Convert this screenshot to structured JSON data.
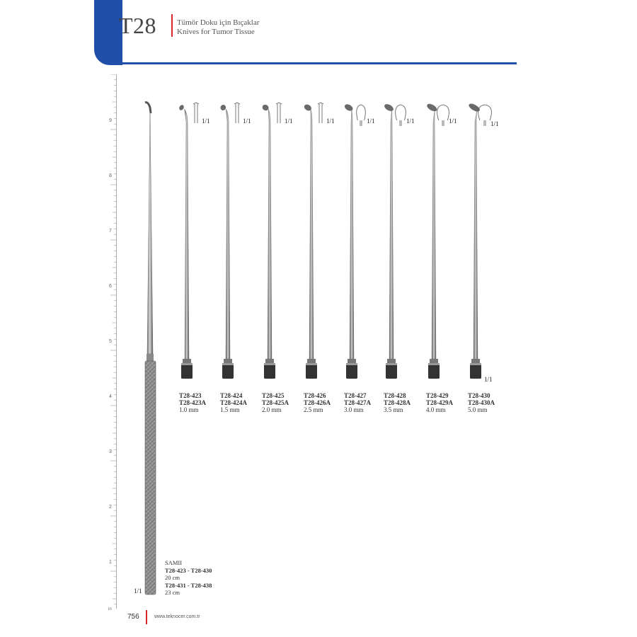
{
  "header": {
    "code": "T28",
    "title_tr": "Tümör Doku için Bıçaklar",
    "title_en": "Knives for Tumor Tissue",
    "accent_color": "#1f4fa8",
    "divider_color": "#d7262c"
  },
  "ruler": {
    "numbers": [
      "9",
      "8",
      "7",
      "6",
      "5",
      "4",
      "3",
      "2",
      "1"
    ],
    "unit": "in"
  },
  "scale_note": "1/1",
  "instruments": [
    {
      "code_a": "T28-423",
      "code_b": "T28-423A",
      "size": "1.0 mm"
    },
    {
      "code_a": "T28-424",
      "code_b": "T28-424A",
      "size": "1.5 mm"
    },
    {
      "code_a": "T28-425",
      "code_b": "T28-425A",
      "size": "2.0 mm"
    },
    {
      "code_a": "T28-426",
      "code_b": "T28-426A",
      "size": "2.5 mm"
    },
    {
      "code_a": "T28-427",
      "code_b": "T28-427A",
      "size": "3.0 mm"
    },
    {
      "code_a": "T28-428",
      "code_b": "T28-428A",
      "size": "3.5 mm"
    },
    {
      "code_a": "T28-429",
      "code_b": "T28-429A",
      "size": "4.0 mm"
    },
    {
      "code_a": "T28-430",
      "code_b": "T28-430A",
      "size": "5.0 mm"
    }
  ],
  "samii": {
    "name": "SAMII",
    "range1": "T28-423 - T28-430",
    "length1": "20 cm",
    "range2": "T28-431 - T28-438",
    "length2": "23 cm"
  },
  "footer": {
    "page_number": "756",
    "url": "www.teknocer.com.tr"
  }
}
